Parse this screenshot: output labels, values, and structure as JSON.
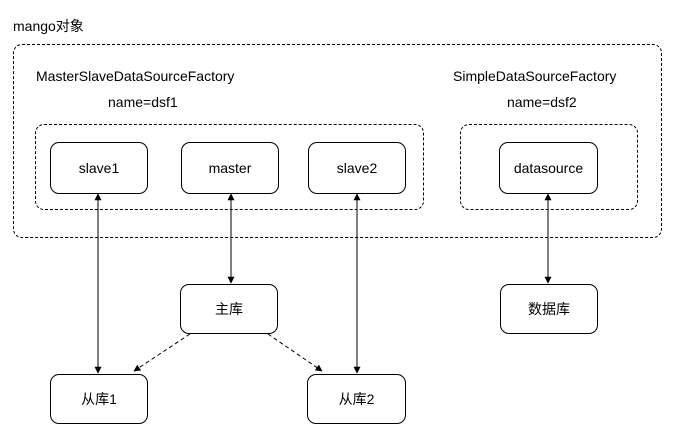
{
  "diagram": {
    "title": "mango对象",
    "outer_group_label": "",
    "factories": {
      "master_slave": {
        "class_name": "MasterSlaveDataSourceFactory",
        "name_label": "name=dsf1",
        "nodes": {
          "slave1": "slave1",
          "master": "master",
          "slave2": "slave2"
        }
      },
      "simple": {
        "class_name": "SimpleDataSourceFactory",
        "name_label": "name=dsf2",
        "nodes": {
          "datasource": "datasource"
        }
      }
    },
    "databases": {
      "main_db": "主库",
      "slave_db_1": "从库1",
      "slave_db_2": "从库2",
      "db": "数据库"
    },
    "edges": [
      {
        "from": "slave1",
        "to": "slave_db_1",
        "style": "solid",
        "arrows": "both"
      },
      {
        "from": "master",
        "to": "main_db",
        "style": "solid",
        "arrows": "both"
      },
      {
        "from": "slave2",
        "to": "slave_db_2",
        "style": "solid",
        "arrows": "both"
      },
      {
        "from": "datasource",
        "to": "db",
        "style": "solid",
        "arrows": "both"
      },
      {
        "from": "main_db",
        "to": "slave_db_1",
        "style": "dashed",
        "arrows": "end"
      },
      {
        "from": "main_db",
        "to": "slave_db_2",
        "style": "dashed",
        "arrows": "end"
      }
    ],
    "colors": {
      "stroke": "#000000",
      "background": "#ffffff"
    }
  }
}
